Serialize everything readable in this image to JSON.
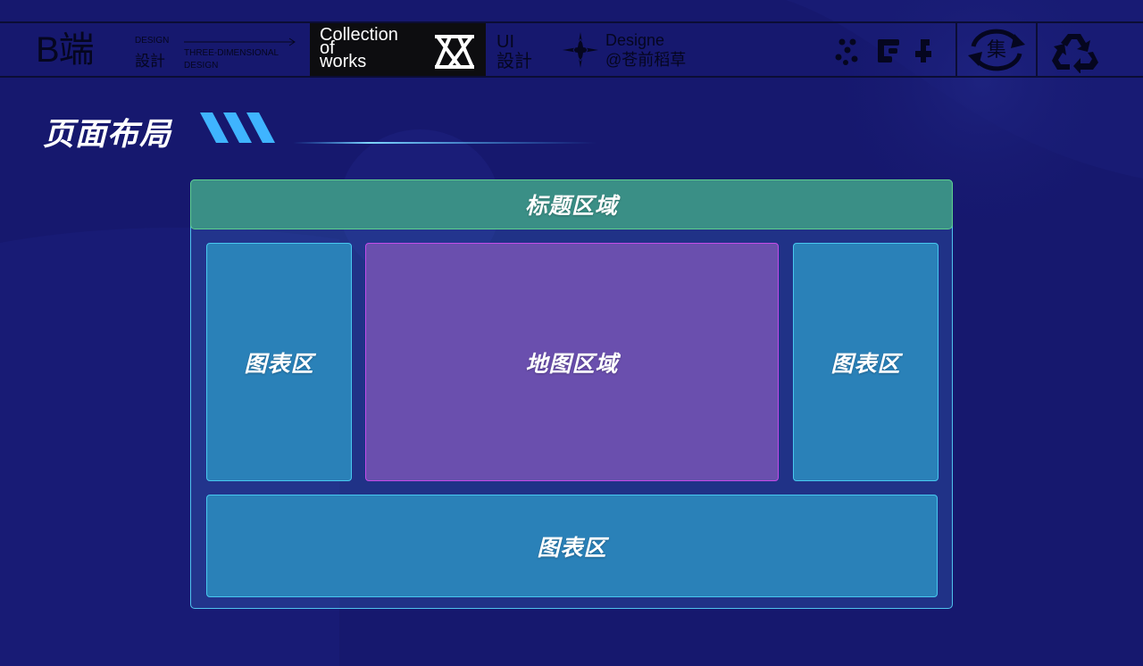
{
  "header": {
    "brand": "B端",
    "design_small": "DESIGN",
    "design_cn": "設計",
    "three_dim_1": "THREE-DIMENSIONAL",
    "three_dim_2": "DESIGN",
    "collection_line1": "Collection",
    "collection_line2": "of",
    "collection_line3": "works",
    "ui_line1": "UI",
    "ui_line2": "設計",
    "designer_line1": "Designe",
    "designer_line2": "@苍前稻草",
    "ji_char": "集"
  },
  "section": {
    "title": "页面布局"
  },
  "layout": {
    "title_region": "标题区域",
    "chart_left": "图表区",
    "map_region": "地图区域",
    "chart_right": "图表区",
    "chart_bottom": "图表区"
  },
  "colors": {
    "background": "#16186e",
    "title_region": "#3a8f86",
    "chart_region": "#2a81b8",
    "map_region": "#6a4fae",
    "accent": "#3fb4ff"
  },
  "icons": {
    "collection": "hourglass-x-icon",
    "star": "compass-star-icon",
    "dots": "dot-pattern-icons",
    "ji": "cycle-arrows-icon",
    "recycle": "recycle-icon"
  }
}
